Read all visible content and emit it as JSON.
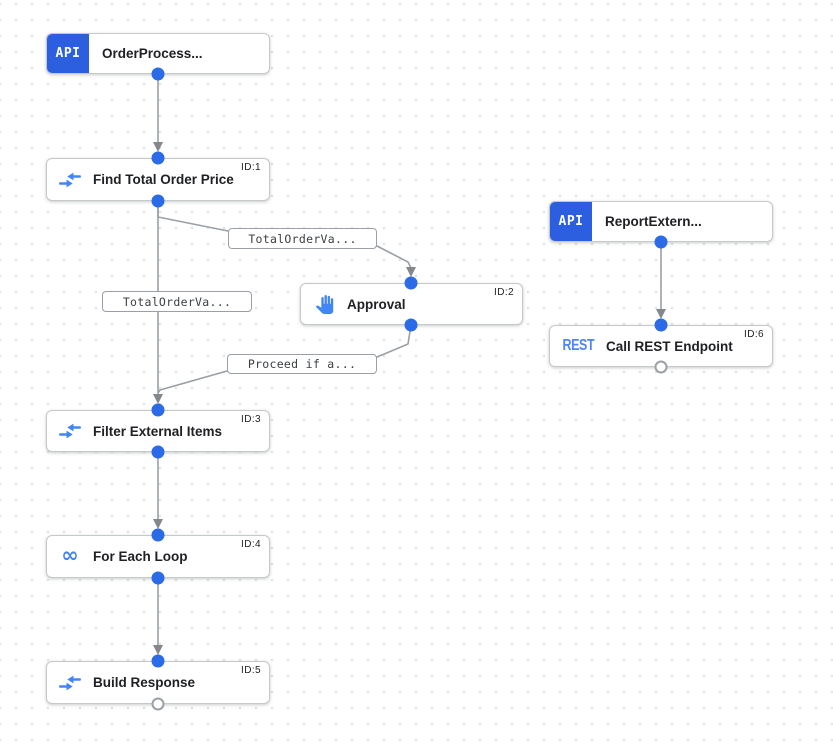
{
  "canvas": {
    "background_color": "#ffffff",
    "dot_color": "#e1e3e4"
  },
  "colors": {
    "trigger_chip_blue": "#2c5fe0",
    "icon_blue": "#4285f4",
    "rest_icon_blue": "#4f86f0",
    "port_blue": "#2b6be8",
    "edge_gray": "#9aa0a6",
    "node_border": "#c6c9cc",
    "title_text": "#202124"
  },
  "nodes": [
    {
      "type": "api-trigger",
      "badge": "API",
      "title": "OrderProcess..."
    },
    {
      "type": "data-mapping",
      "title": "Find Total Order Price",
      "task_id": "ID:1"
    },
    {
      "type": "approval",
      "title": "Approval",
      "task_id": "ID:2"
    },
    {
      "type": "data-mapping",
      "title": "Filter External Items",
      "task_id": "ID:3"
    },
    {
      "type": "for-each-loop",
      "title": "For Each Loop",
      "task_id": "ID:4",
      "icon_glyph": "∞"
    },
    {
      "type": "data-mapping",
      "title": "Build Response",
      "task_id": "ID:5"
    },
    {
      "type": "api-trigger",
      "badge": "API",
      "title": "ReportExtern..."
    },
    {
      "type": "rest-task",
      "badge": "REST",
      "title": "Call REST Endpoint",
      "task_id": "ID:6"
    }
  ],
  "edge_labels": [
    {
      "text": "TotalOrderVa..."
    },
    {
      "text": "TotalOrderVa..."
    },
    {
      "text": "Proceed if a..."
    }
  ]
}
